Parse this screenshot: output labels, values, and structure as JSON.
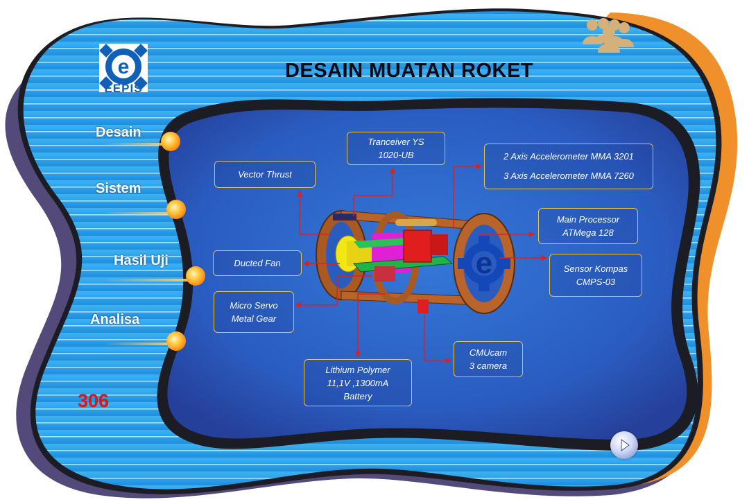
{
  "header": {
    "title": "DESAIN MUATAN ROKET"
  },
  "logo": {
    "text": "EEPIS"
  },
  "nav": {
    "items": [
      {
        "label": "Desain"
      },
      {
        "label": "Sistem"
      },
      {
        "label": "Hasil Uji"
      },
      {
        "label": "Analisa"
      }
    ]
  },
  "page_number": "306",
  "diagram": {
    "labels": {
      "vector_thrust": "Vector Thrust",
      "tranceiver_1": "Tranceiver YS",
      "tranceiver_2": "1020-UB",
      "accel_1": "2 Axis Accelerometer MMA 3201",
      "accel_2": "3 Axis Accelerometer MMA 7260",
      "processor_1": "Main Processor",
      "processor_2": "ATMega 128",
      "ducted_fan": "Ducted Fan",
      "compass_1": "Sensor Kompas",
      "compass_2": "CMPS-03",
      "servo_1": "Micro Servo",
      "servo_2": "Metal Gear",
      "camera_1": "CMUcam",
      "camera_2": "3 camera",
      "battery_1": "Lithium Polymer",
      "battery_2": "11,1V ,1300mA",
      "battery_3": "Battery"
    }
  },
  "colors": {
    "outer_blue": "#2a9fe8",
    "inner_blue": "#2856b8",
    "frame_dark": "#1c1c24",
    "shadow_purple": "#544a7a",
    "accent_orange": "#f0902a",
    "label_border": "#e8c24a",
    "arrow_red": "#e01e1e",
    "number_red": "#d81818"
  },
  "icons": {
    "logo": "eepis-gear-logo-icon",
    "people": "people-group-icon",
    "next": "play-next-icon"
  }
}
